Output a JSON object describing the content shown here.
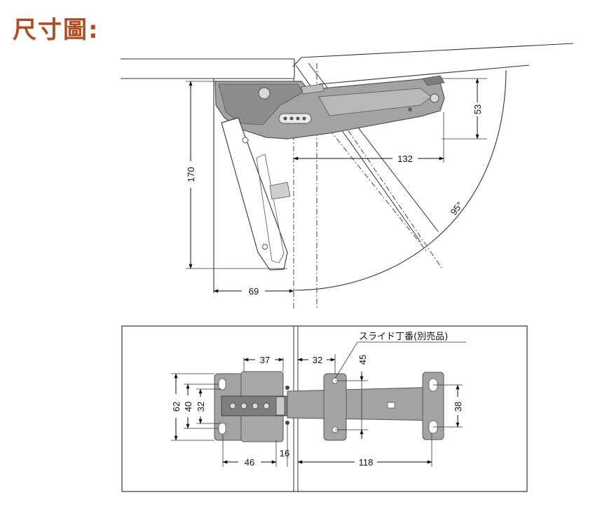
{
  "title": "尺寸圖:",
  "side_view": {
    "dims": {
      "d53": "53",
      "d132": "132",
      "d170": "170",
      "d69": "69",
      "angle": "95°"
    }
  },
  "top_view": {
    "label": "スライド丁番(別売品)",
    "dims": {
      "d37": "37",
      "d32_top": "32",
      "d45": "45",
      "d62": "62",
      "d40": "40",
      "d32_left": "32",
      "d38": "38",
      "d46": "46",
      "d16": "16",
      "d118": "118"
    }
  },
  "colors": {
    "title": "#b04e23",
    "part": "#9a9a9a",
    "part_dark": "#6e6e6e",
    "line": "#1a1a1a"
  }
}
